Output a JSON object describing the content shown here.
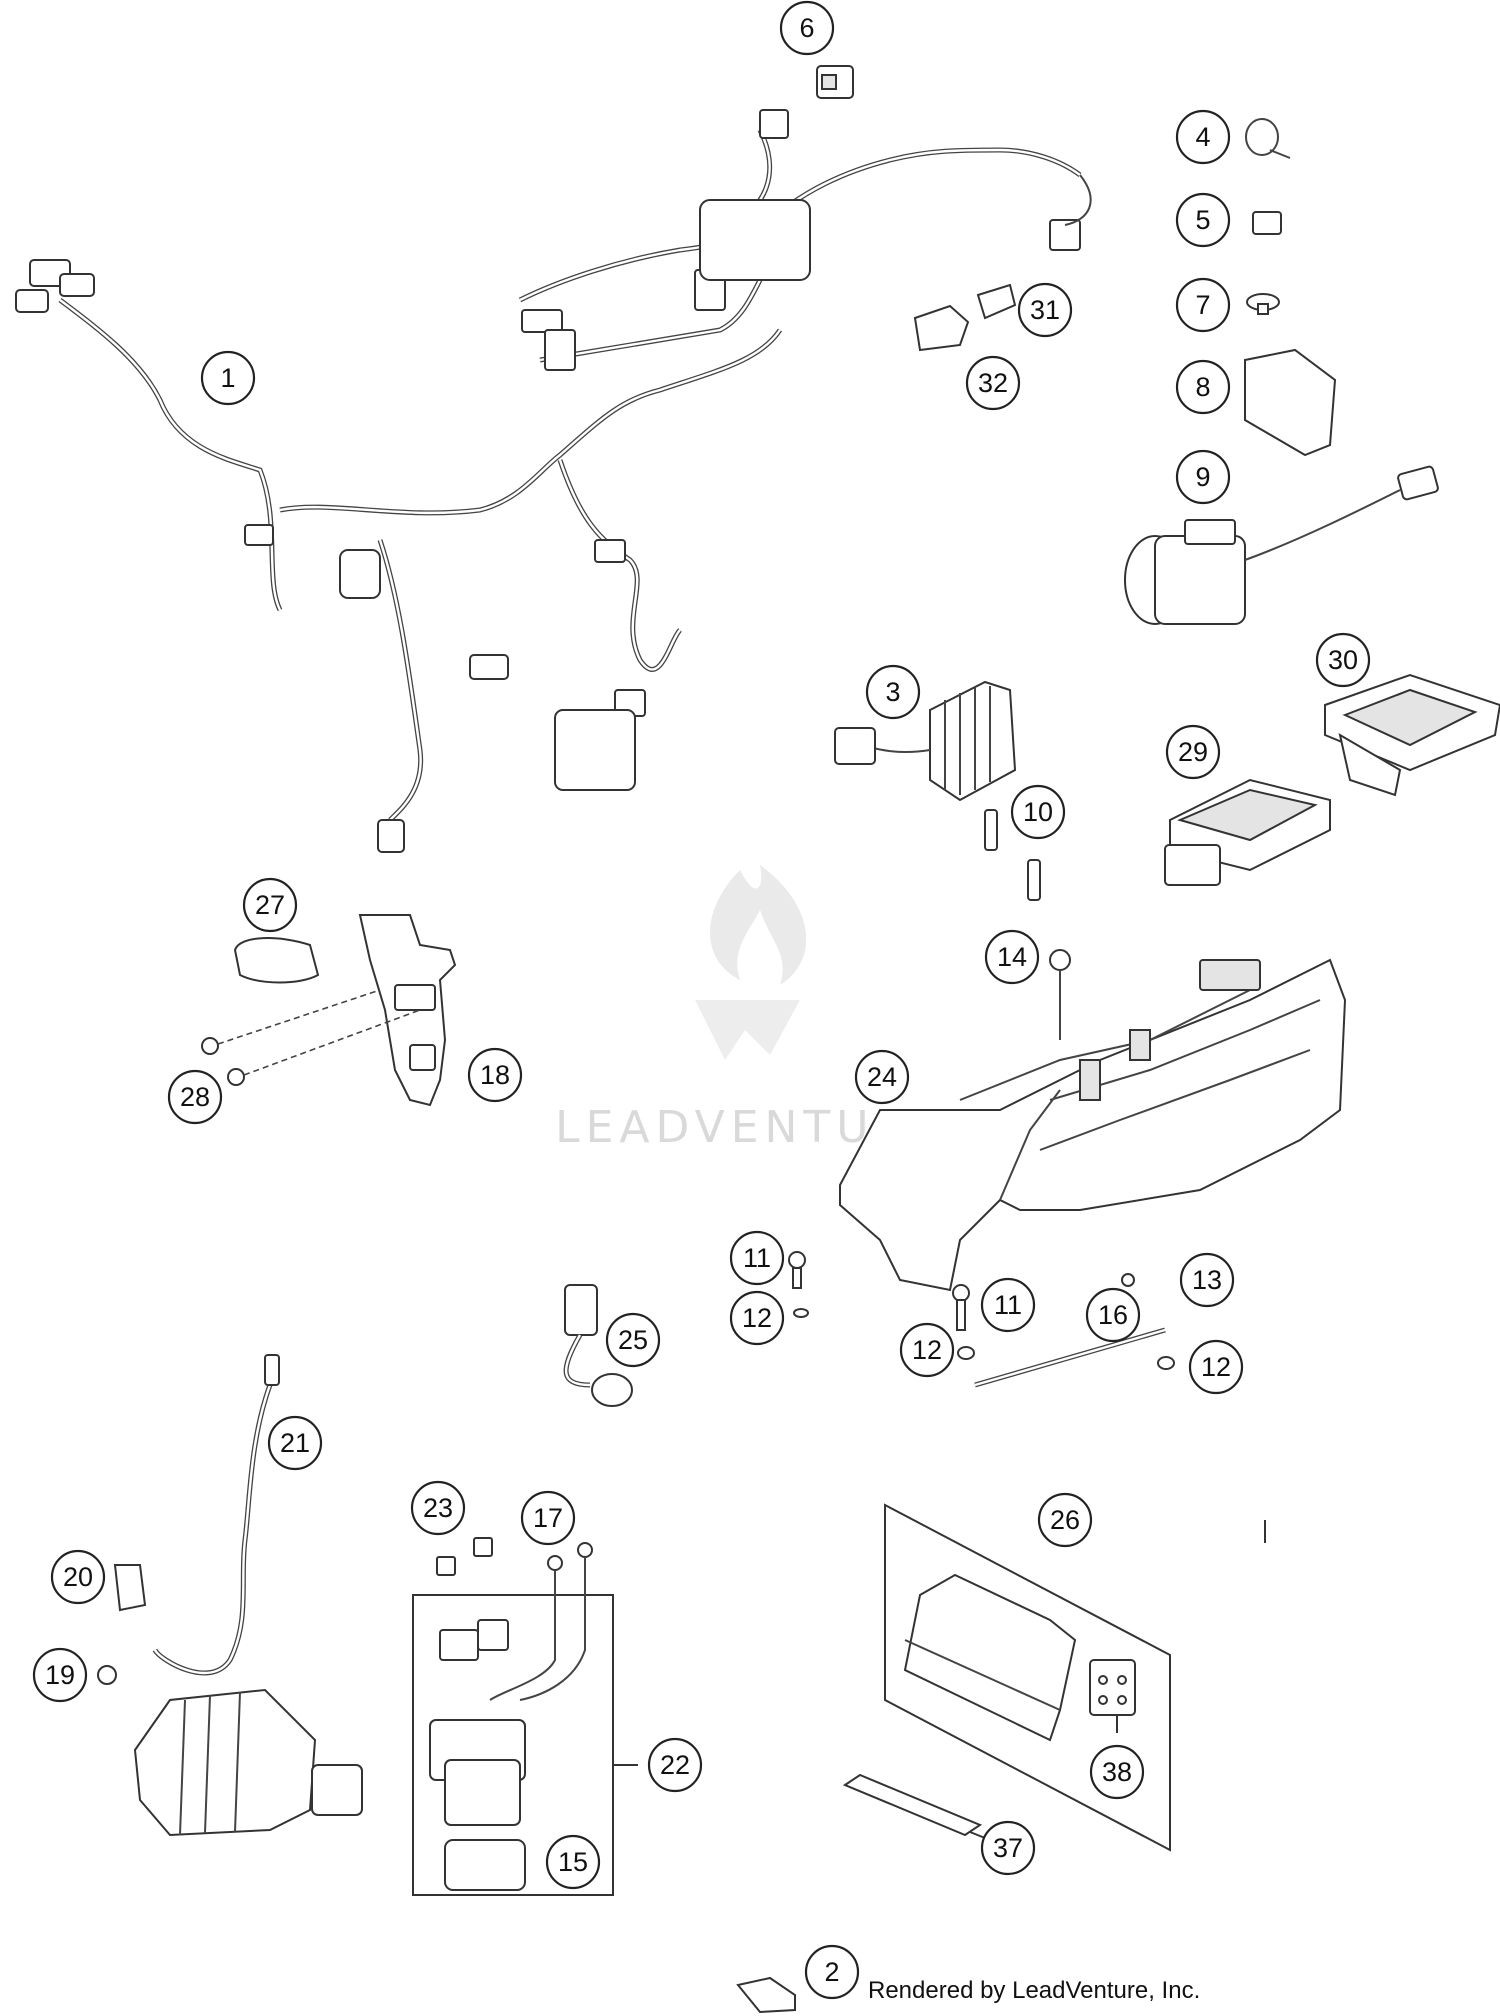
{
  "diagram": {
    "callouts": [
      "1",
      "2",
      "3",
      "4",
      "5",
      "6",
      "7",
      "8",
      "9",
      "10",
      "11",
      "11",
      "12",
      "12",
      "12",
      "13",
      "14",
      "15",
      "16",
      "17",
      "18",
      "19",
      "20",
      "21",
      "22",
      "23",
      "24",
      "25",
      "26",
      "27",
      "28",
      "29",
      "30",
      "31",
      "32",
      "37",
      "38"
    ],
    "watermark": "LEADVENTURE",
    "credit": "Rendered by LeadVenture, Inc."
  }
}
